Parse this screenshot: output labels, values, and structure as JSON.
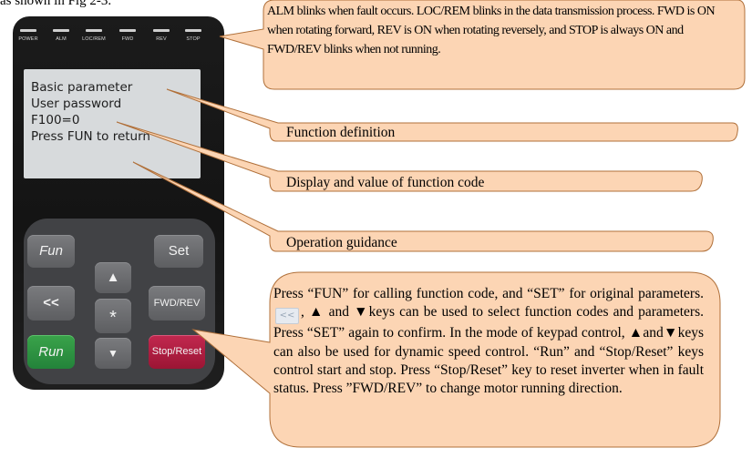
{
  "caption": "as shown in Fig 2-3.",
  "leds": [
    "POWER",
    "ALM",
    "LOC/REM",
    "FWD",
    "REV",
    "STOP"
  ],
  "lcd": {
    "line1": "Basic parameter",
    "line2": "User password",
    "line3": "F100=0",
    "line4": "Press FUN to return"
  },
  "keys": {
    "fun": "Fun",
    "set": "Set",
    "up": "▲",
    "left": "<<",
    "star": "*",
    "fwd_rev": "FWD/REV",
    "down": "▼",
    "run": "Run",
    "stop_reset": "Stop/Reset"
  },
  "callouts": {
    "indicators": "ALM blinks when fault occurs. LOC/REM blinks in the data transmission process. FWD is ON when rotating forward, REV is ON when rotating reversely, and STOP is always ON and FWD/REV blinks when not running.",
    "function_definition": "Function definition",
    "display_value": "Display and value of function code",
    "operation_guidance": "Operation guidance",
    "keys_part1": "Press “FUN” for calling function code, and “SET” for original parameters.",
    "keys_inline_icon": "<<",
    "keys_part2": ", ▲ and ▼keys can be used to select function codes and parameters. Press “SET” again to confirm. In the mode of keypad control, ▲and▼keys can also be used for dynamic speed control. “Run” and “Stop/Reset” keys control start and stop. Press “Stop/Reset” key to reset inverter when in fault status. Press ”FWD/REV” to change motor running direction."
  },
  "colors": {
    "callout_fill": "#fcd5b4",
    "callout_stroke": "#b0703a",
    "run_key": "#2e9640",
    "stop_key": "#b11e43",
    "body": "#181818",
    "lcd": "#d7dadc"
  }
}
